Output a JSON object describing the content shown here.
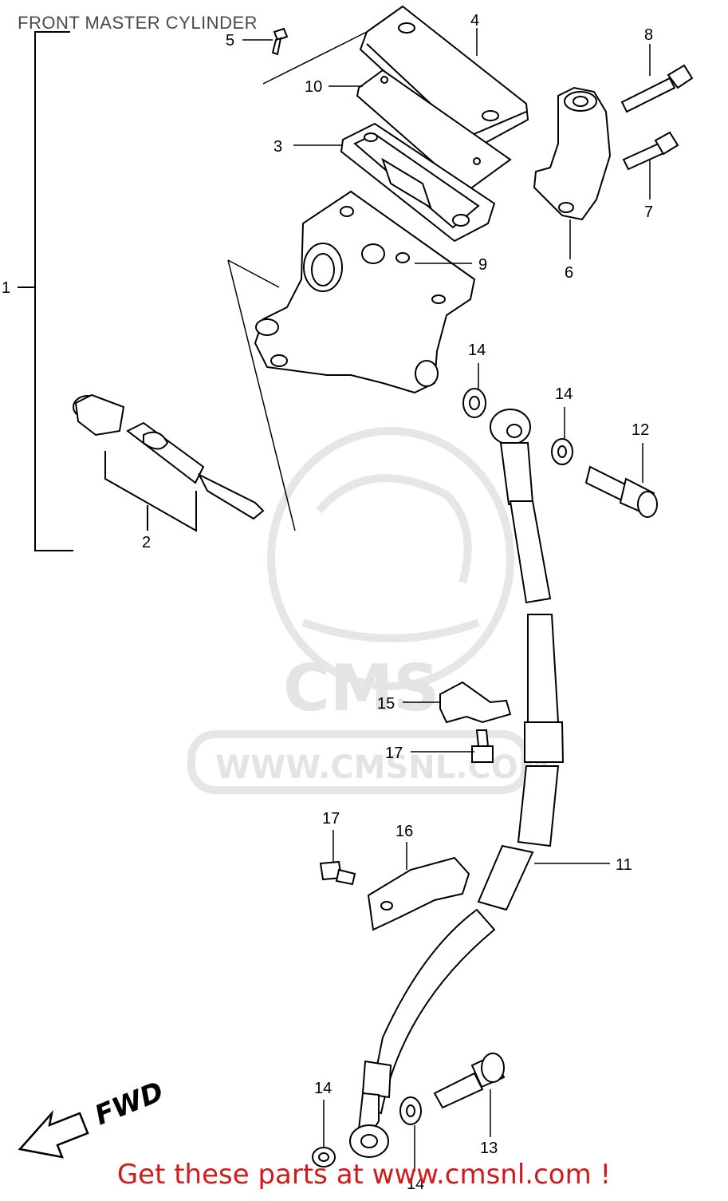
{
  "title": "FRONT MASTER CYLINDER",
  "footer": "Get these parts at www.cmsnl.com !",
  "watermark": {
    "logo_text": "CMS",
    "url_text": "WWW.CMSNL.COM"
  },
  "fwd_label": "FWD",
  "callouts": [
    "1",
    "2",
    "3",
    "4",
    "5",
    "6",
    "7",
    "8",
    "9",
    "10",
    "11",
    "12",
    "13",
    "14",
    "14",
    "14",
    "14",
    "15",
    "16",
    "17",
    "17"
  ],
  "colors": {
    "footer": "#d31a1a",
    "lines": "#000000",
    "watermark": "#e4e4e4"
  }
}
